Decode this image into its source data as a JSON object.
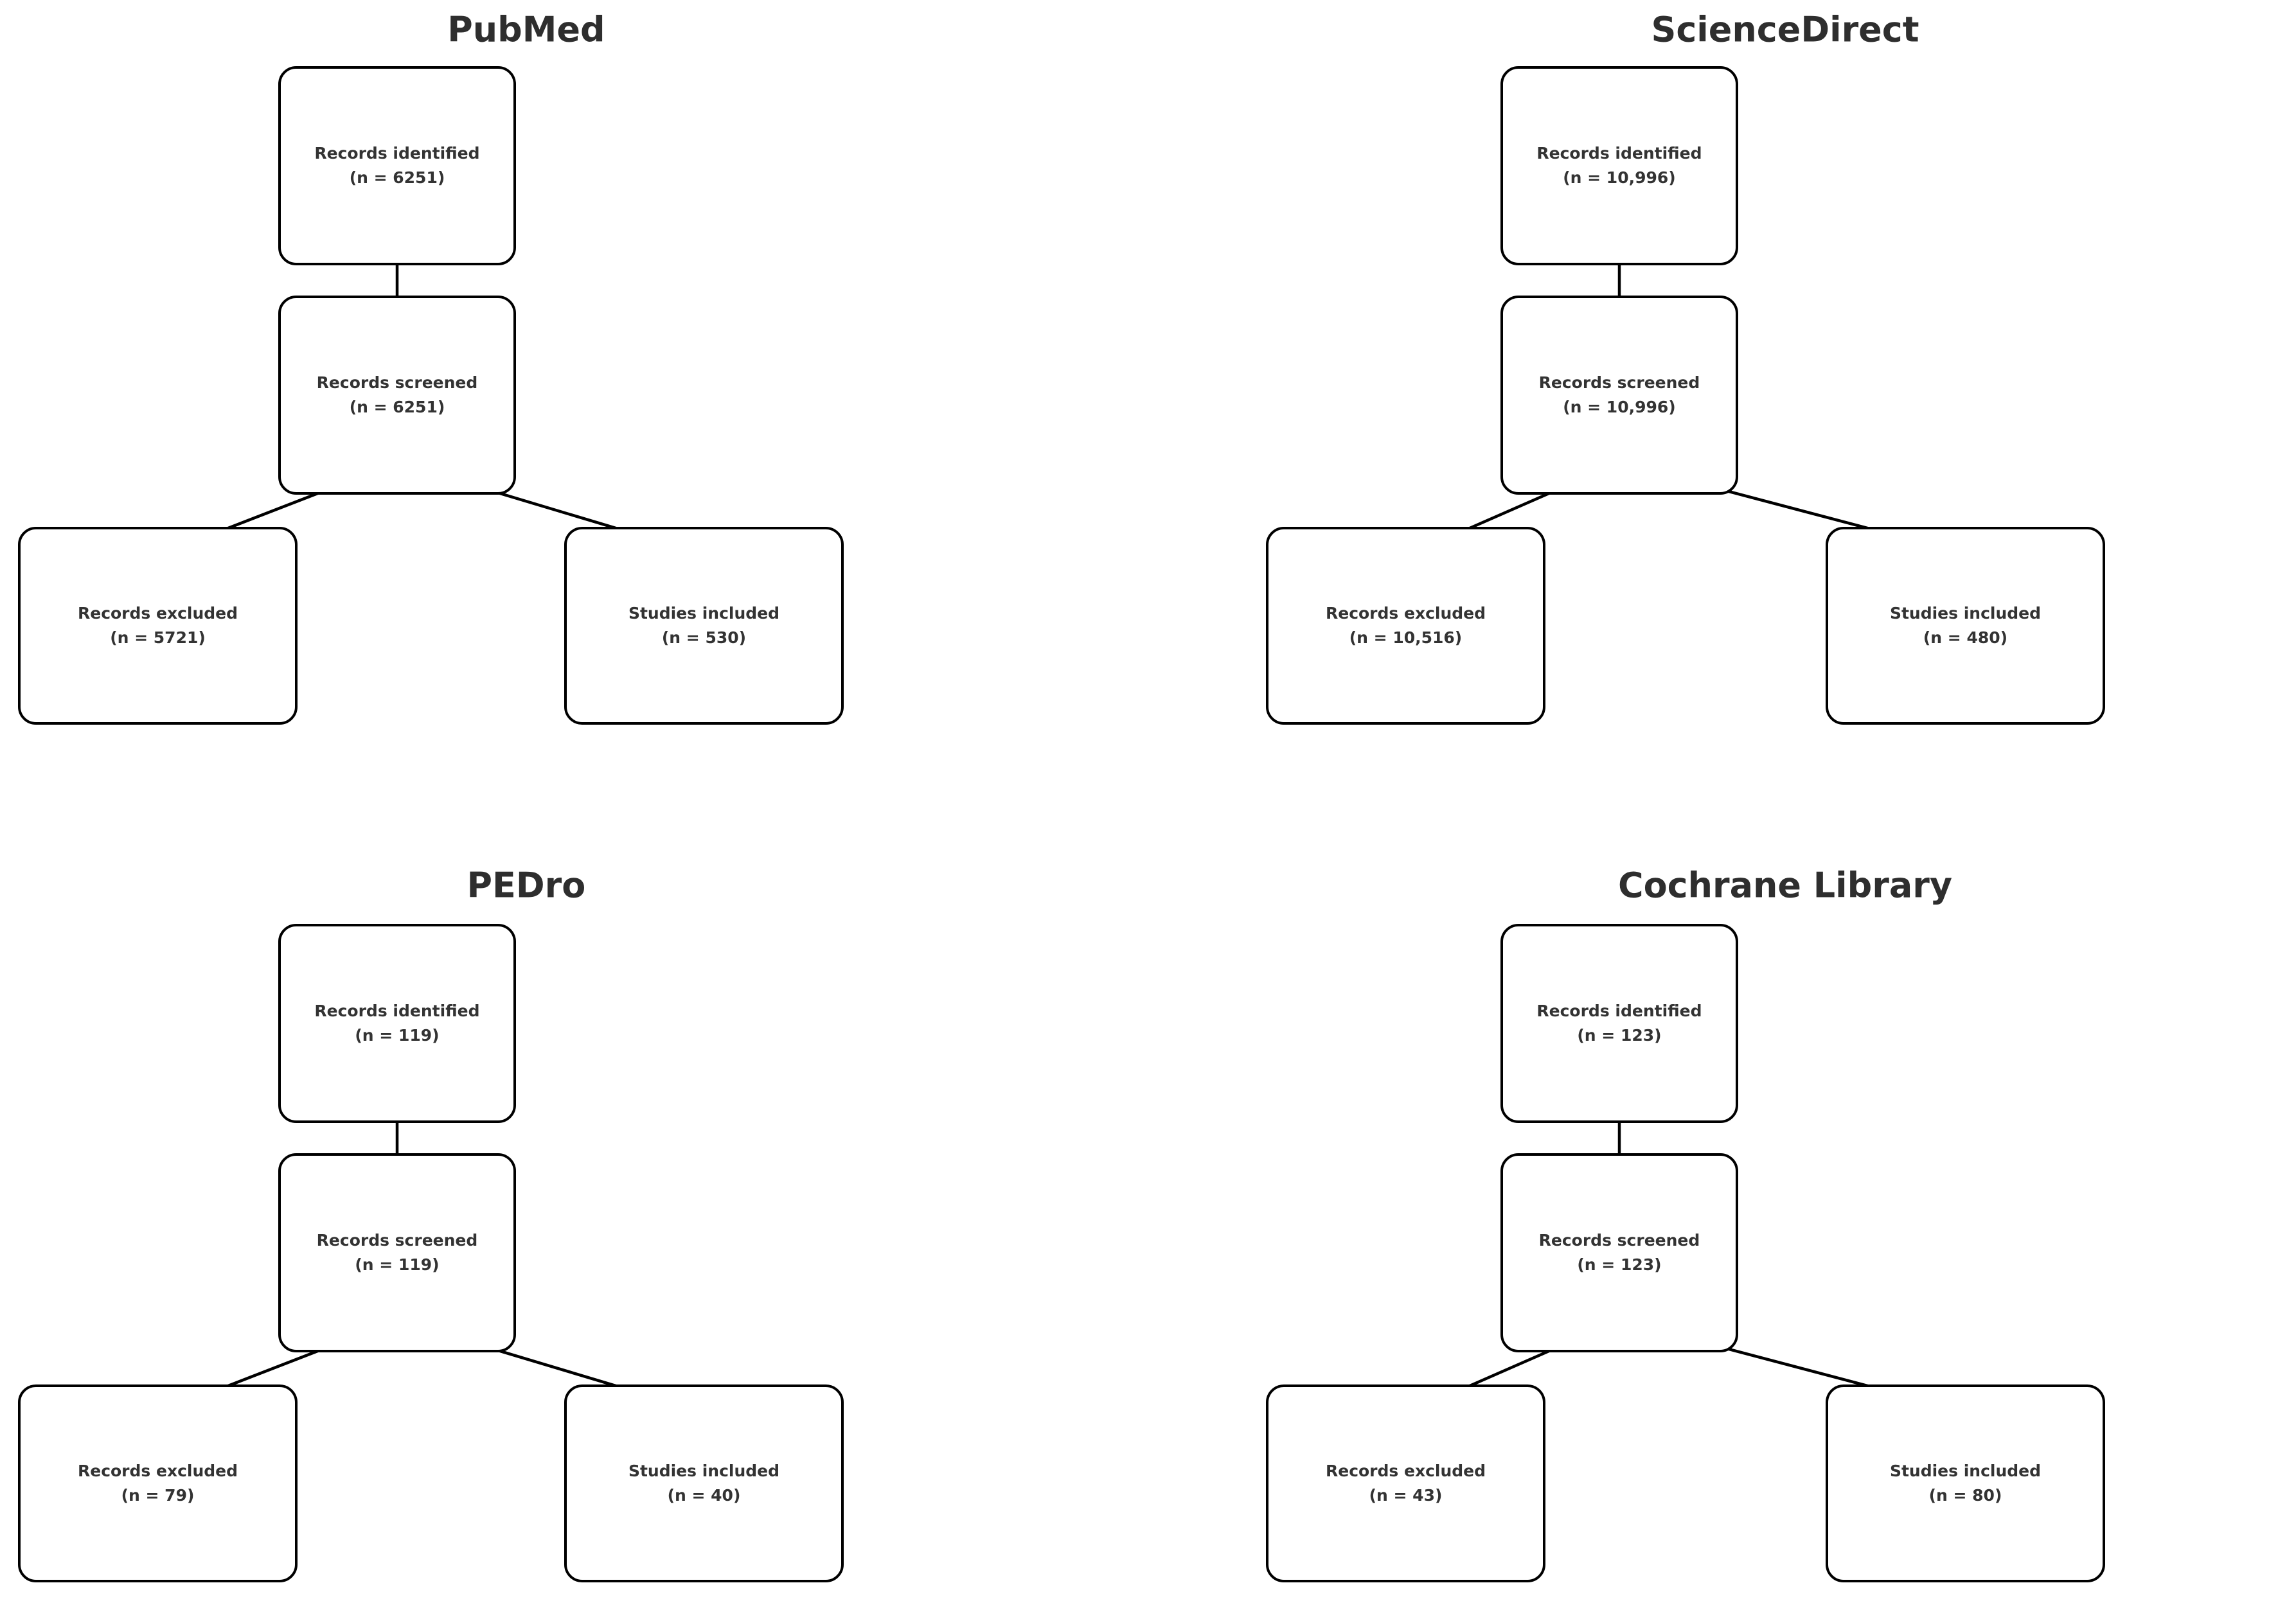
{
  "figure": {
    "background": "#ffffff",
    "box_border_color": "#000000",
    "arrow_color": "#000000",
    "text_color": "#333333",
    "panels": [
      {
        "id": "pubmed",
        "title": "PubMed",
        "boxes": {
          "identified": {
            "label": "Records identified",
            "count": "(n = 6251)"
          },
          "screened": {
            "label": "Records screened",
            "count": "(n = 6251)"
          },
          "excluded": {
            "label": "Records excluded",
            "count": "(n = 5721)"
          },
          "included": {
            "label": "Studies included",
            "count": "(n = 530)"
          }
        }
      },
      {
        "id": "sciencedirect",
        "title": "ScienceDirect",
        "boxes": {
          "identified": {
            "label": "Records identified",
            "count": "(n = 10,996)"
          },
          "screened": {
            "label": "Records screened",
            "count": "(n = 10,996)"
          },
          "excluded": {
            "label": "Records excluded",
            "count": "(n = 10,516)"
          },
          "included": {
            "label": "Studies included",
            "count": "(n = 480)"
          }
        }
      },
      {
        "id": "pedro",
        "title": "PEDro",
        "boxes": {
          "identified": {
            "label": "Records identified",
            "count": "(n = 119)"
          },
          "screened": {
            "label": "Records screened",
            "count": "(n = 119)"
          },
          "excluded": {
            "label": "Records excluded",
            "count": "(n = 79)"
          },
          "included": {
            "label": "Studies included",
            "count": "(n = 40)"
          }
        }
      },
      {
        "id": "cochrane",
        "title": "Cochrane Library",
        "boxes": {
          "identified": {
            "label": "Records identified",
            "count": "(n = 123)"
          },
          "screened": {
            "label": "Records screened",
            "count": "(n = 123)"
          },
          "excluded": {
            "label": "Records excluded",
            "count": "(n = 43)"
          },
          "included": {
            "label": "Studies included",
            "count": "(n = 80)"
          }
        }
      }
    ]
  }
}
